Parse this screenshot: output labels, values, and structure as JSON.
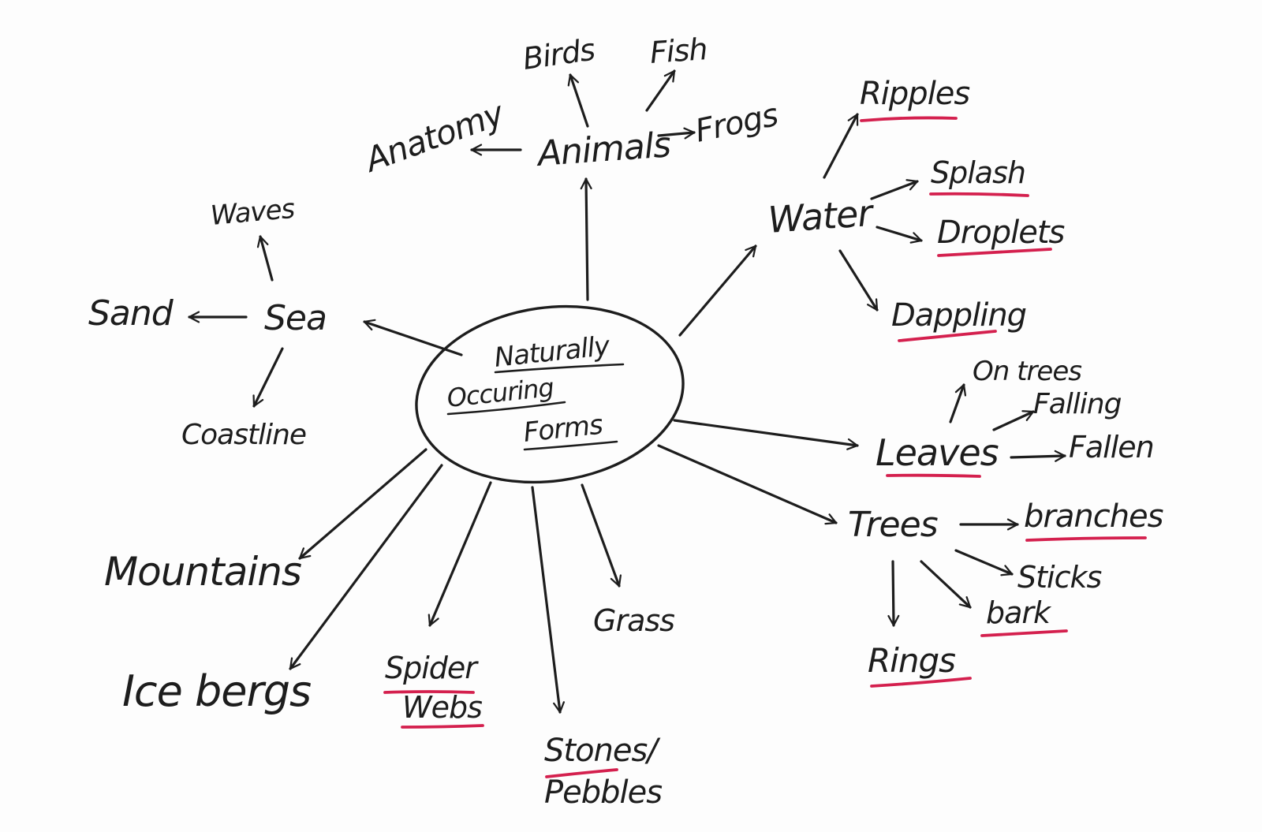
{
  "colors": {
    "ink": "#1d1d1d",
    "highlight_underline": "#d4204e",
    "paper": "#fdfdfd"
  },
  "center": {
    "lines": [
      "Naturally",
      "Occuring",
      "Forms"
    ]
  },
  "labels": {
    "animals": "Animals",
    "anatomy": "Anatomy",
    "birds": "Birds",
    "fish": "Fish",
    "frogs": "Frogs",
    "sea": "Sea",
    "waves": "Waves",
    "sand": "Sand",
    "coastline": "Coastline",
    "water": "Water",
    "ripples": "Ripples",
    "splash": "Splash",
    "droplets": "Droplets",
    "dappling": "Dappling",
    "leaves": "Leaves",
    "on_trees": "On trees",
    "falling": "Falling",
    "fallen": "Fallen",
    "trees": "Trees",
    "branches": "branches",
    "sticks": "Sticks",
    "bark": "bark",
    "rings": "Rings",
    "mountains": "Mountains",
    "ice_bergs": "Ice bergs",
    "spider": "Spider",
    "webs": "Webs",
    "grass": "Grass",
    "stones": "Stones/",
    "pebbles": "Pebbles"
  }
}
